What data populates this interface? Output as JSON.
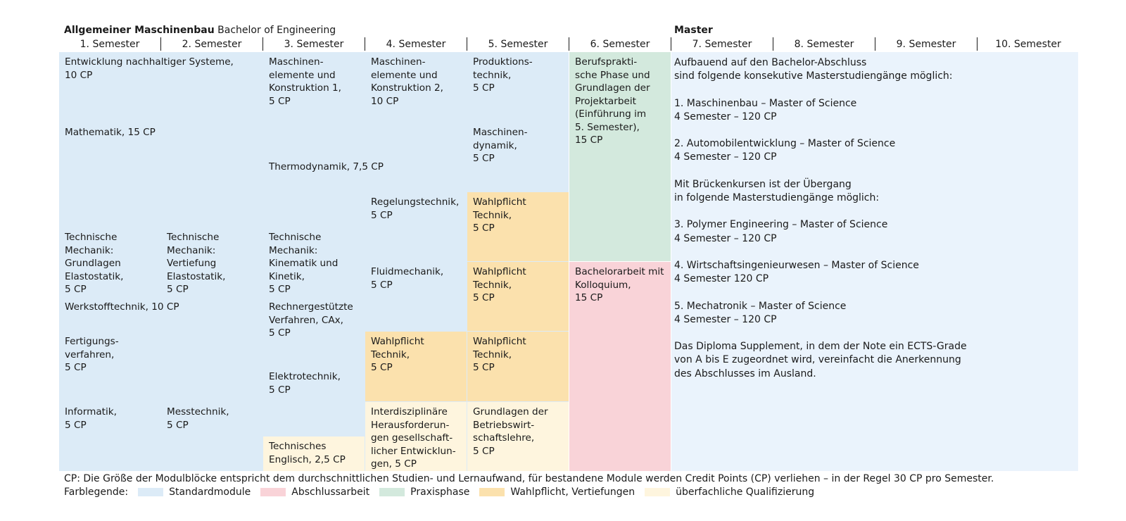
{
  "header": {
    "program_bold": "Allgemeiner Maschinenbau",
    "program_rest": "Bachelor of Engineering",
    "master_label": "Master"
  },
  "semesters": [
    "1. Semester",
    "2. Semester",
    "3. Semester",
    "4. Semester",
    "5. Semester",
    "6. Semester",
    "7. Semester",
    "8. Semester",
    "9. Semester",
    "10. Semester"
  ],
  "modules": {
    "entwicklung": "Entwicklung nachhaltiger Systeme,\n10 CP",
    "mathematik": "Mathematik, 15 CP",
    "tm_grundlagen": "Technische\nMechanik:\nGrundlagen\nElastostatik,\n5 CP",
    "tm_vertiefung": "Technische\nMechanik:\nVertiefung\nElastostatik,\n5 CP",
    "werkstoff": "Werkstofftechnik, 10 CP",
    "fertigung": "Fertigungs-\nverfahren,\n5 CP",
    "informatik": "Informatik,\n5 CP",
    "messtechnik": "Messtechnik,\n5 CP",
    "mek1": "Maschinen-\nelemente und\nKonstruktion 1,\n5 CP",
    "mek2": "Maschinen-\nelemente und\nKonstruktion 2,\n10 CP",
    "thermo": "Thermodynamik, 7,5 CP",
    "tm_kinematik": "Technische\nMechanik:\nKinematik und\nKinetik,\n5 CP",
    "rechner": "Rechnergestützte\nVerfahren, CAx,\n5 CP",
    "elektro": "Elektrotechnik,\n5 CP",
    "englisch": "Technisches\nEnglisch,  2,5 CP",
    "regelung": "Regelungstechnik,\n5 CP",
    "fluid": "Fluidmechanik,\n5 CP",
    "wp4": "Wahlpflicht\nTechnik,\n5 CP",
    "interdisz": "Interdisziplinäre\nHerausforderun-\ngen gesellschaft-\nlicher Entwicklun-\ngen, 5 CP",
    "produktion": "Produktions-\ntechnik,\n5 CP",
    "dynamik": "Maschinen-\ndynamik,\n5 CP",
    "wp5a": "Wahlpflicht\nTechnik,\n5 CP",
    "wp5b": "Wahlpflicht\nTechnik,\n5 CP",
    "wp5c": "Wahlpflicht\nTechnik,\n5 CP",
    "bwl": "Grundlagen der\nBetriebswirt-\nschaftslehre,\n5 CP",
    "praxis": "Berufsprakti-\nsche Phase und\nGrundlagen der\nProjektarbeit\n(Einführung im\n5. Semester),\n15 CP",
    "bachelorarbeit": "Bachelorarbeit mit\nKolloquium,\n15 CP"
  },
  "master_text": "Aufbauend auf den Bachelor-Abschluss\nsind folgende konsekutive Masterstudiengänge möglich:\n\n1. Maschinenbau – Master of Science\n    4 Semester – 120 CP\n\n2. Automobilentwicklung – Master of Science\n    4 Semester – 120 CP\n\nMit Brückenkursen ist der Übergang\nin folgende Masterstudiengänge möglich:\n\n3. Polymer Engineering – Master of Science\n    4 Semester – 120 CP\n\n4. Wirtschaftsingenieurwesen – Master of Science\n    4 Semester 120 CP\n\n5. Mechatronik – Master of Science\n    4 Semester – 120 CP\n\nDas Diploma Supplement, in dem der Note ein ECTS-Grade\nvon A bis E zugeordnet wird, vereinfacht die Anerkennung\ndes Abschlusses im Ausland.",
  "footer": {
    "note": "CP: Die Größe der Modulblöcke entspricht dem durchschnittlichen Studien- und Lernaufwand, für bestandene Module werden Credit Points (CP) verliehen – in der Regel 30 CP pro Semester.",
    "legend_label": "Farblegende:",
    "legend": [
      {
        "label": "Standardmodule",
        "color": "#dcebf7"
      },
      {
        "label": "Abschlussarbeit",
        "color": "#f9d3d8"
      },
      {
        "label": "Praxisphase",
        "color": "#d3e9dd"
      },
      {
        "label": "Wahlpflicht, Vertiefungen",
        "color": "#fbe1ad"
      },
      {
        "label": "überfachliche Qualifizierung",
        "color": "#fef5de"
      }
    ]
  }
}
